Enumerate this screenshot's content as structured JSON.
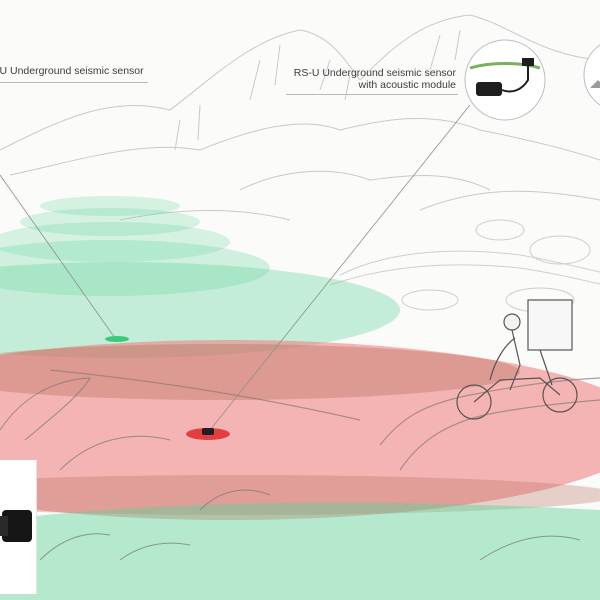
{
  "labels": {
    "sensor_left": "-U Underground seismic sensor",
    "sensor_right_line1": "RS-U Underground seismic sensor",
    "sensor_right_line2": "with acoustic module"
  },
  "icons": [
    "sensor-device-icon",
    "motorcycle-rider-icon",
    "sensor-closeup-icon"
  ],
  "colors": {
    "detection_green": "#5fd39a",
    "detection_red": "#f07a7a",
    "sensor_marker_red": "#e02a2a",
    "sensor_marker_green": "#3cc97a"
  }
}
